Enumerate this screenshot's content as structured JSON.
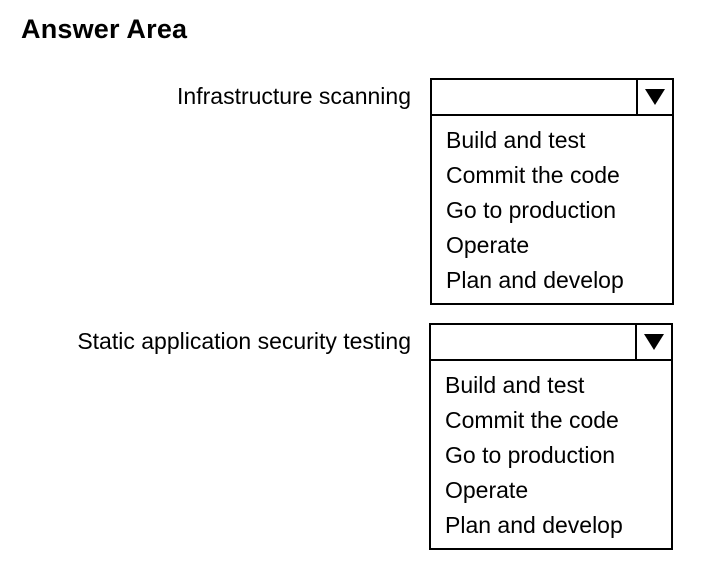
{
  "title": "Answer Area",
  "questions": [
    {
      "label": "Infrastructure scanning",
      "selected": "",
      "options": [
        "Build and test",
        "Commit the code",
        "Go to production",
        "Operate",
        "Plan and develop"
      ]
    },
    {
      "label": "Static application security testing",
      "selected": "",
      "options": [
        "Build and test",
        "Commit the code",
        "Go to production",
        "Operate",
        "Plan and develop"
      ]
    }
  ],
  "icons": {
    "dropdown": "triangle-down-icon"
  },
  "colors": {
    "text": "#000000",
    "border": "#000000",
    "background": "#ffffff"
  }
}
